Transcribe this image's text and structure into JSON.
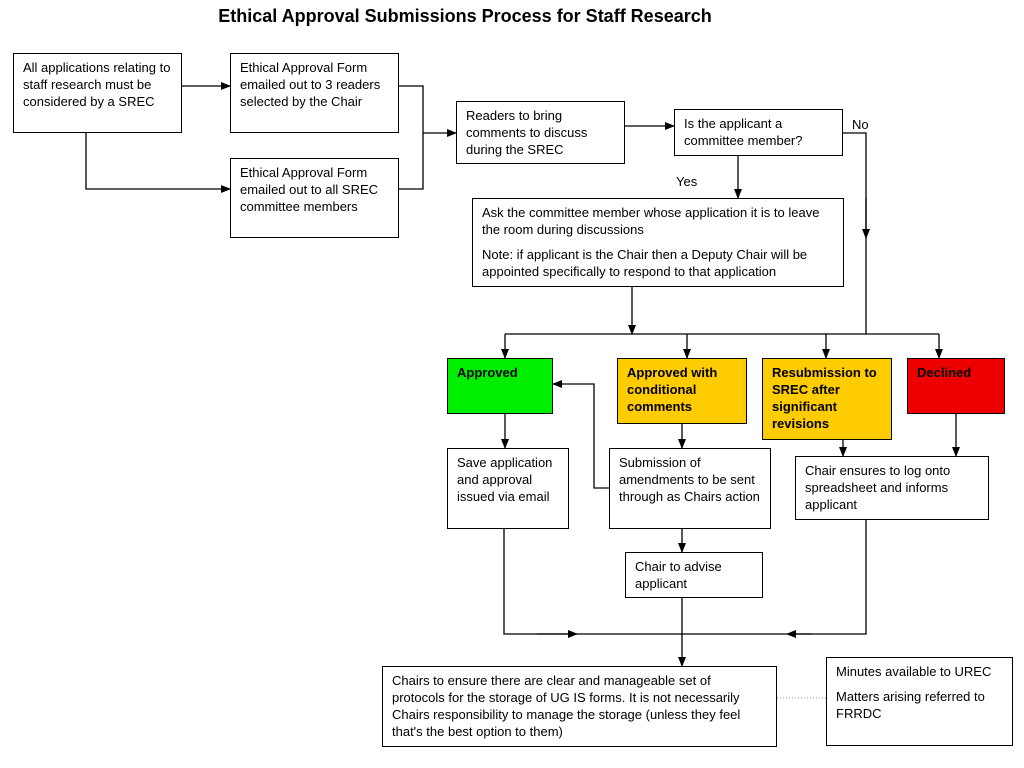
{
  "title": "Ethical Approval Submissions Process for Staff Research",
  "colors": {
    "approved": "#00ee00",
    "conditional": "#ffcc00",
    "resubmission": "#ffcc00",
    "declined": "#ee0000"
  },
  "boxes": {
    "start": "All applications relating to staff research must be considered by a SREC",
    "form_readers": "Ethical Approval Form emailed out to 3 readers selected by the Chair",
    "form_all": "Ethical Approval Form emailed out to all SREC committee members",
    "readers_comments": "Readers to bring comments to discuss during the SREC",
    "applicant_question": "Is the applicant a committee member?",
    "leave_room": "Ask the committee member whose application it is to leave the room during discussions",
    "leave_room_note": "Note: if applicant is the Chair then a Deputy Chair will be appointed specifically to respond to that application",
    "approved": "Approved",
    "approved_conditional": "Approved with conditional comments",
    "resubmission": "Resubmission to SREC after significant revisions",
    "declined": "Declined",
    "save_application": "Save application and approval issued via email",
    "submission_amendments": "Submission of amendments to be sent through as Chairs action",
    "chair_log": "Chair ensures to log onto spreadsheet and informs applicant",
    "chair_advise": "Chair to advise applicant",
    "chairs_protocols": "Chairs to ensure there are clear and manageable set of protocols for the storage of UG IS forms. It is not necessarily Chairs responsibility to manage the storage (unless they feel that's the best option to them)",
    "minutes": "Minutes available to UREC",
    "matters_arising": "Matters arising referred to FRRDC"
  },
  "labels": {
    "no": "No",
    "yes": "Yes"
  }
}
